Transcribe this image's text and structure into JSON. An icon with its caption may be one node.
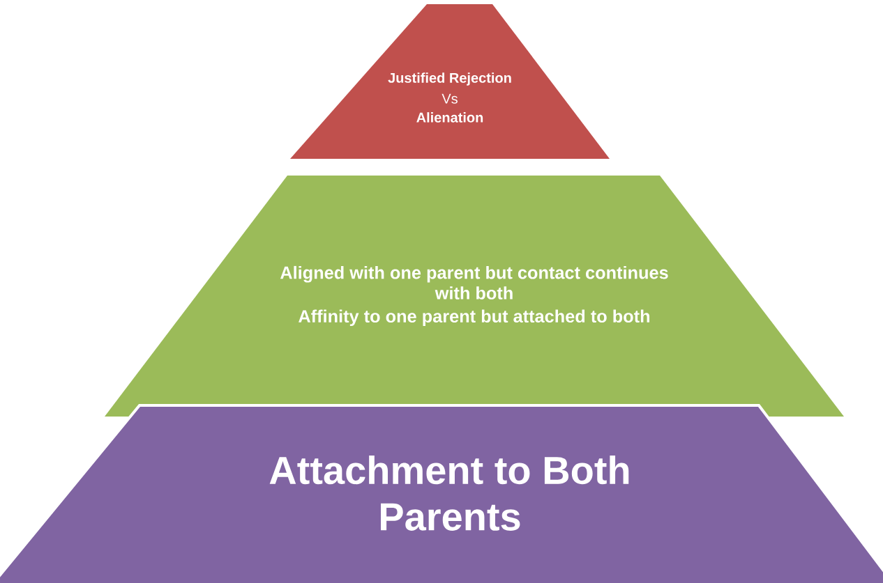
{
  "diagram": {
    "nodes": [
      {
        "text": [
          "Justified Rejection",
          "Vs",
          "Alienation"
        ]
      },
      {
        "text": [
          "Aligned with one parent but contact continues with both",
          "Affinity to one parent but attached to both"
        ]
      },
      {
        "text": [
          "Attachment to Both Parents"
        ]
      }
    ]
  }
}
